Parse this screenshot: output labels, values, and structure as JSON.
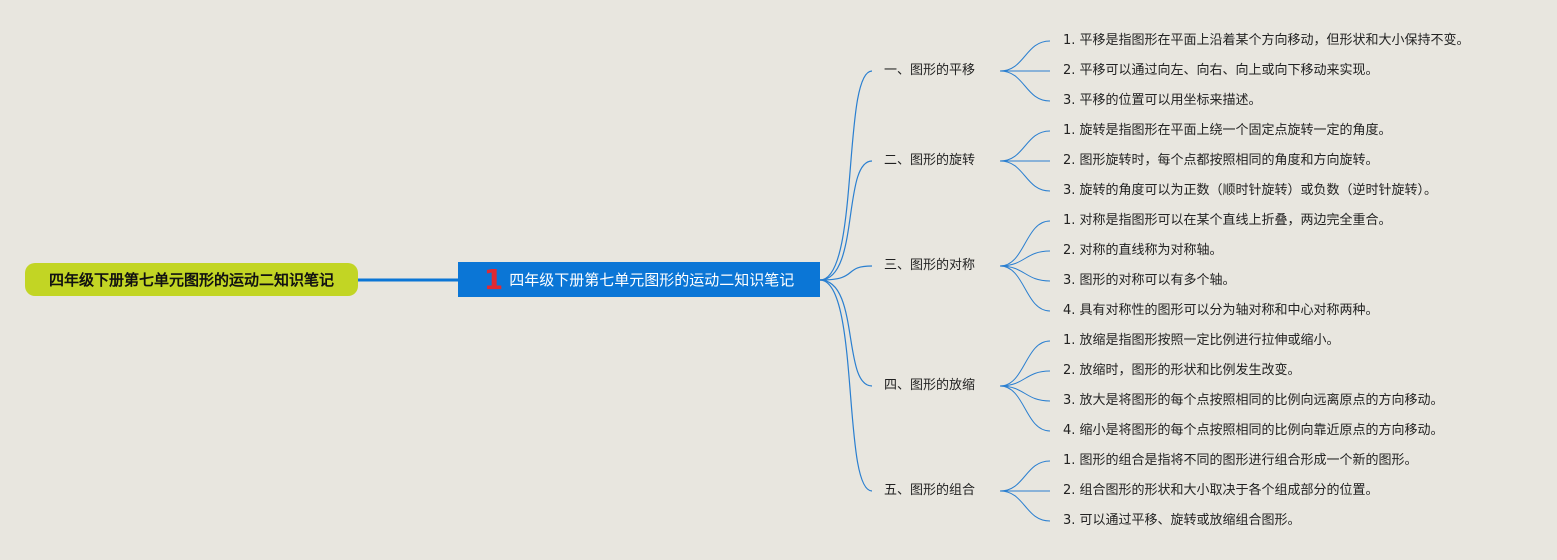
{
  "root": {
    "title": "四年级下册第七单元图形的运动二知识笔记"
  },
  "center": {
    "number": "1",
    "title": "四年级下册第七单元图形的运动二知识笔记"
  },
  "colors": {
    "background": "#e8e6df",
    "root_fill": "#c2d524",
    "center_fill": "#0b76d6",
    "number_color": "#e02a33",
    "link_color": "#2a7fd0"
  },
  "branches": [
    {
      "label": "一、图形的平移",
      "items": [
        "1. 平移是指图形在平面上沿着某个方向移动，但形状和大小保持不变。",
        "2. 平移可以通过向左、向右、向上或向下移动来实现。",
        "3. 平移的位置可以用坐标来描述。"
      ]
    },
    {
      "label": "二、图形的旋转",
      "items": [
        "1. 旋转是指图形在平面上绕一个固定点旋转一定的角度。",
        "2. 图形旋转时，每个点都按照相同的角度和方向旋转。",
        "3. 旋转的角度可以为正数（顺时针旋转）或负数（逆时针旋转）。"
      ]
    },
    {
      "label": "三、图形的对称",
      "items": [
        "1. 对称是指图形可以在某个直线上折叠，两边完全重合。",
        "2. 对称的直线称为对称轴。",
        "3. 图形的对称可以有多个轴。",
        "4. 具有对称性的图形可以分为轴对称和中心对称两种。"
      ]
    },
    {
      "label": "四、图形的放缩",
      "items": [
        "1. 放缩是指图形按照一定比例进行拉伸或缩小。",
        "2. 放缩时，图形的形状和比例发生改变。",
        "3. 放大是将图形的每个点按照相同的比例向远离原点的方向移动。",
        "4. 缩小是将图形的每个点按照相同的比例向靠近原点的方向移动。"
      ]
    },
    {
      "label": "五、图形的组合",
      "items": [
        "1. 图形的组合是指将不同的图形进行组合形成一个新的图形。",
        "2. 组合图形的形状和大小取决于各个组成部分的位置。",
        "3. 可以通过平移、旋转或放缩组合图形。"
      ]
    }
  ]
}
